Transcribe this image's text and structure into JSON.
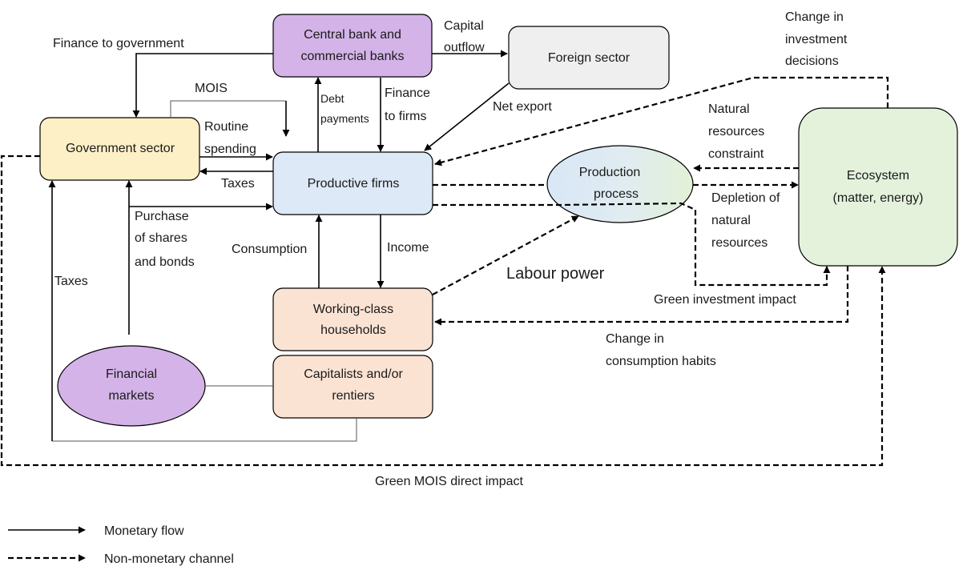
{
  "nodes": {
    "central_bank": [
      "Central bank and",
      "commercial banks"
    ],
    "foreign_sector": "Foreign sector",
    "government": "Government sector",
    "productive_firms": "Productive firms",
    "production_process": [
      "Production",
      "process"
    ],
    "ecosystem": [
      "Ecosystem",
      "(matter, energy)"
    ],
    "working_class": [
      "Working-class",
      "households"
    ],
    "capitalists": [
      "Capitalists and/or",
      "rentiers"
    ],
    "financial_markets": [
      "Financial",
      "markets"
    ]
  },
  "labels": {
    "finance_to_government": "Finance to government",
    "capital_outflow": [
      "Capital",
      "outflow"
    ],
    "change_investment": [
      "Change in",
      "investment",
      "decisions"
    ],
    "mois": "MOIS",
    "debt_payments": [
      "Debt",
      "payments"
    ],
    "finance_to_firms": [
      "Finance",
      "to firms"
    ],
    "net_export": "Net export",
    "natural_resources_constraint": [
      "Natural",
      "resources",
      "constraint"
    ],
    "routine_spending": [
      "Routine",
      "spending"
    ],
    "taxes_firms": "Taxes",
    "depletion": [
      "Depletion of",
      "natural",
      "resources"
    ],
    "purchase_shares": [
      "Purchase",
      "of shares",
      "and bonds"
    ],
    "consumption": "Consumption",
    "income": "Income",
    "labour_power": "Labour power",
    "taxes_left": "Taxes",
    "green_investment_impact": "Green investment impact",
    "change_consumption": [
      "Change in",
      "consumption habits"
    ],
    "green_mois": "Green MOIS direct impact"
  },
  "legend": {
    "monetary": "Monetary flow",
    "non_monetary": "Non-monetary channel"
  },
  "colors": {
    "purple": "#d4b3e8",
    "grey": "#efefef",
    "yellow": "#fdf0c6",
    "blue": "#dde9f6",
    "peach": "#fbe3d4",
    "green": "#e4f2dc"
  }
}
